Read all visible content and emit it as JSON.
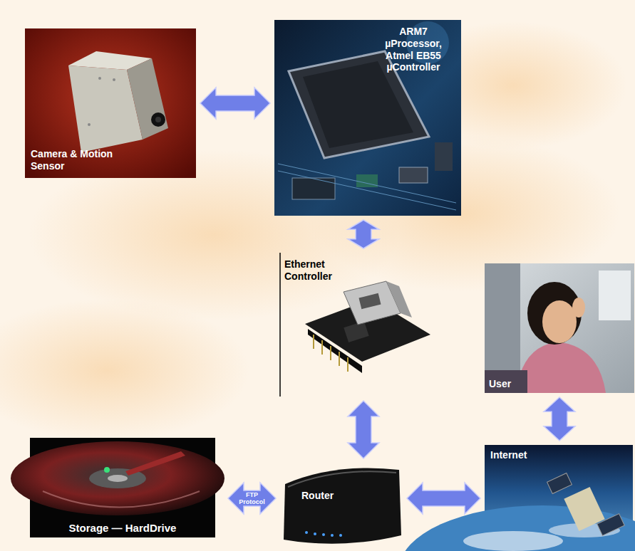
{
  "diagram": {
    "nodes": [
      {
        "text": [
          "Camera & Motion Sensor"
        ]
      },
      {
        "text": [
          "ARM7 µProcessor, Atmel EB55 µController"
        ]
      },
      {
        "text": [
          "Ethernet Controller"
        ]
      },
      {
        "text": [
          "User"
        ]
      },
      {
        "text": [
          "Storage — HardDrive"
        ]
      },
      {
        "text": [
          "Router"
        ]
      },
      {
        "text": [
          "Internet"
        ]
      }
    ],
    "edges": [
      {
        "from": 0,
        "to": 1,
        "arrow": "both"
      },
      {
        "from": 1,
        "to": 2,
        "arrow": "both"
      },
      {
        "from": 2,
        "to": 5,
        "arrow": "both"
      },
      {
        "from": 5,
        "to": 4,
        "label": "FTP Protocol",
        "arrow": "both"
      },
      {
        "from": 5,
        "to": 6,
        "arrow": "both"
      },
      {
        "from": 3,
        "to": 6,
        "arrow": "both"
      }
    ]
  }
}
